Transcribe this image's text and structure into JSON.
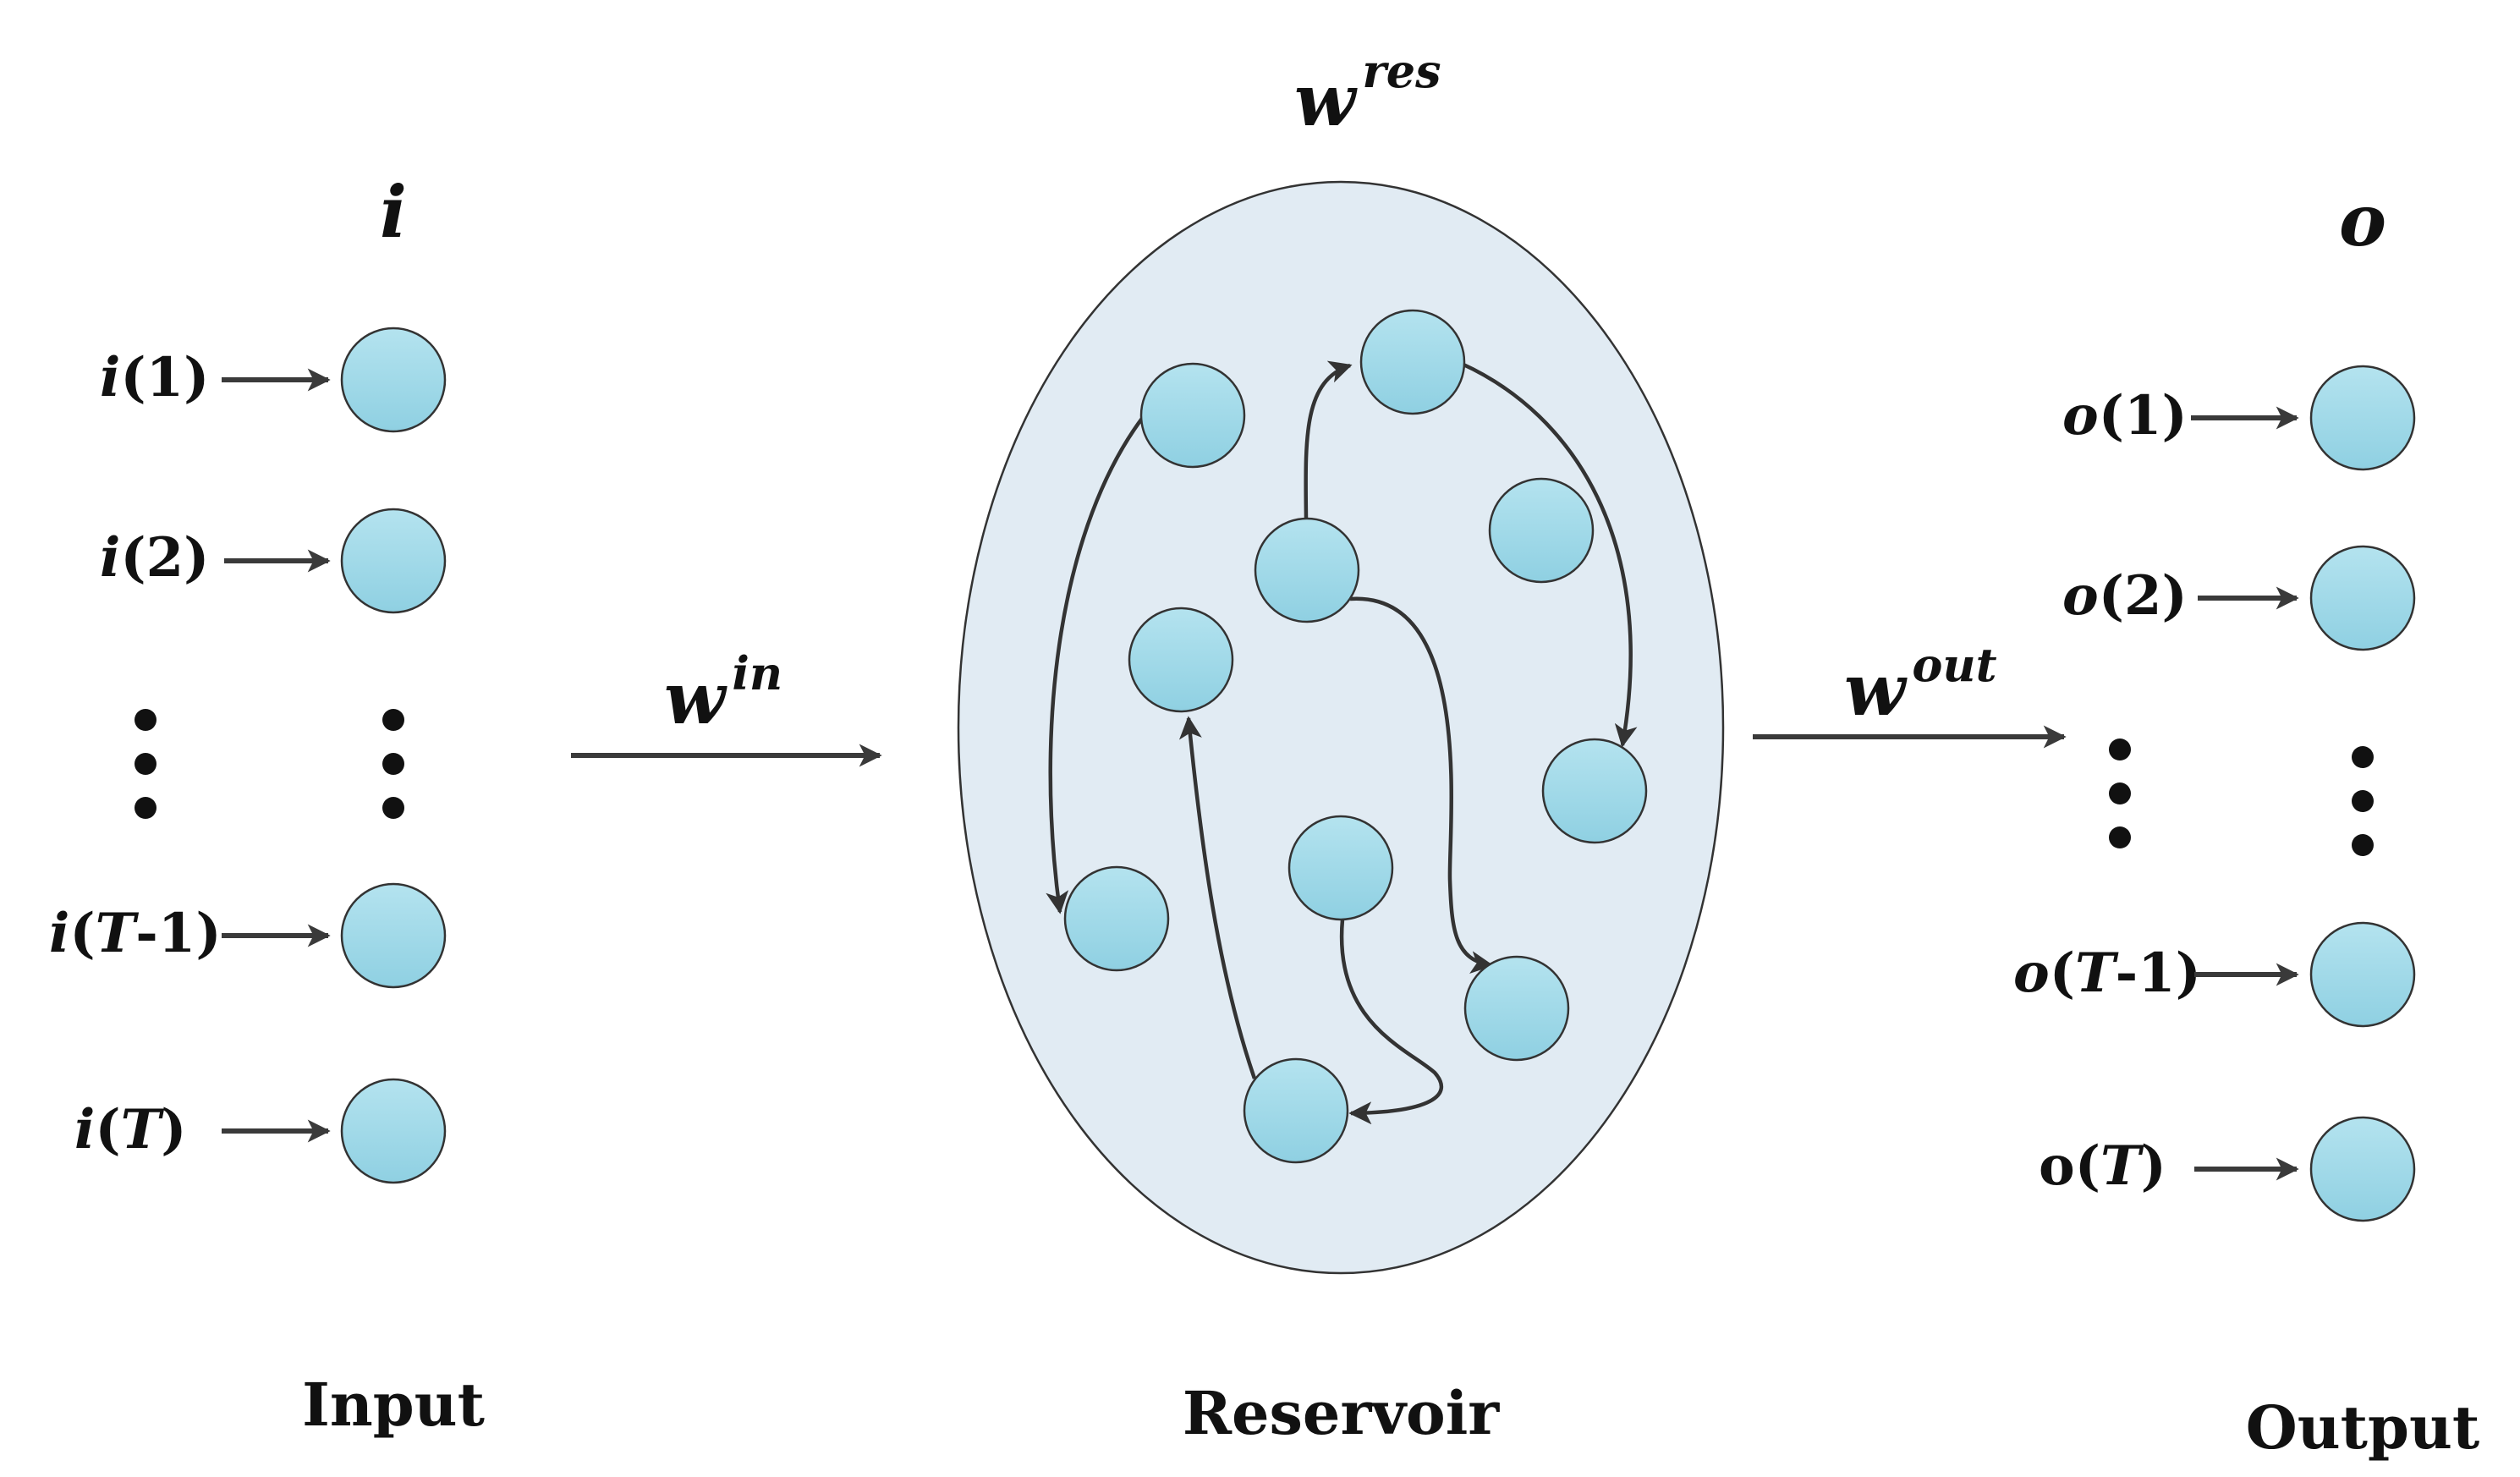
{
  "column_titles": {
    "input_symbol": "i",
    "output_symbol": "o",
    "reservoir_weight_base": "w",
    "reservoir_weight_sup": "res"
  },
  "weights": {
    "input_base": "w",
    "input_sup": "in",
    "output_base": "w",
    "output_sup": "out"
  },
  "input_labels": [
    {
      "pre": "i",
      "pre_italic": true,
      "arg": "1",
      "arg_italic": false,
      "suffix": ""
    },
    {
      "pre": "i",
      "pre_italic": true,
      "arg": "2",
      "arg_italic": false,
      "suffix": ""
    },
    {
      "pre": "i",
      "pre_italic": true,
      "arg": "T",
      "arg_italic": true,
      "suffix": "-1"
    },
    {
      "pre": "i",
      "pre_italic": true,
      "arg": "T",
      "arg_italic": true,
      "suffix": ""
    }
  ],
  "output_labels": [
    {
      "pre": "o",
      "pre_italic": true,
      "arg": "1",
      "arg_italic": false,
      "suffix": ""
    },
    {
      "pre": "o",
      "pre_italic": true,
      "arg": "2",
      "arg_italic": false,
      "suffix": ""
    },
    {
      "pre": "o",
      "pre_italic": true,
      "arg": "T",
      "arg_italic": true,
      "suffix": "-1"
    },
    {
      "pre": "o",
      "pre_italic": false,
      "arg": "T",
      "arg_italic": true,
      "suffix": ""
    }
  ],
  "section_labels": {
    "input": "Input",
    "reservoir": "Reservoir",
    "output": "Output"
  },
  "colors": {
    "node_top": "#b4e3ef",
    "node_bottom": "#8fd0e2",
    "reservoir_fill": "#e1ebf3",
    "arrow": "#3a3a3a"
  }
}
